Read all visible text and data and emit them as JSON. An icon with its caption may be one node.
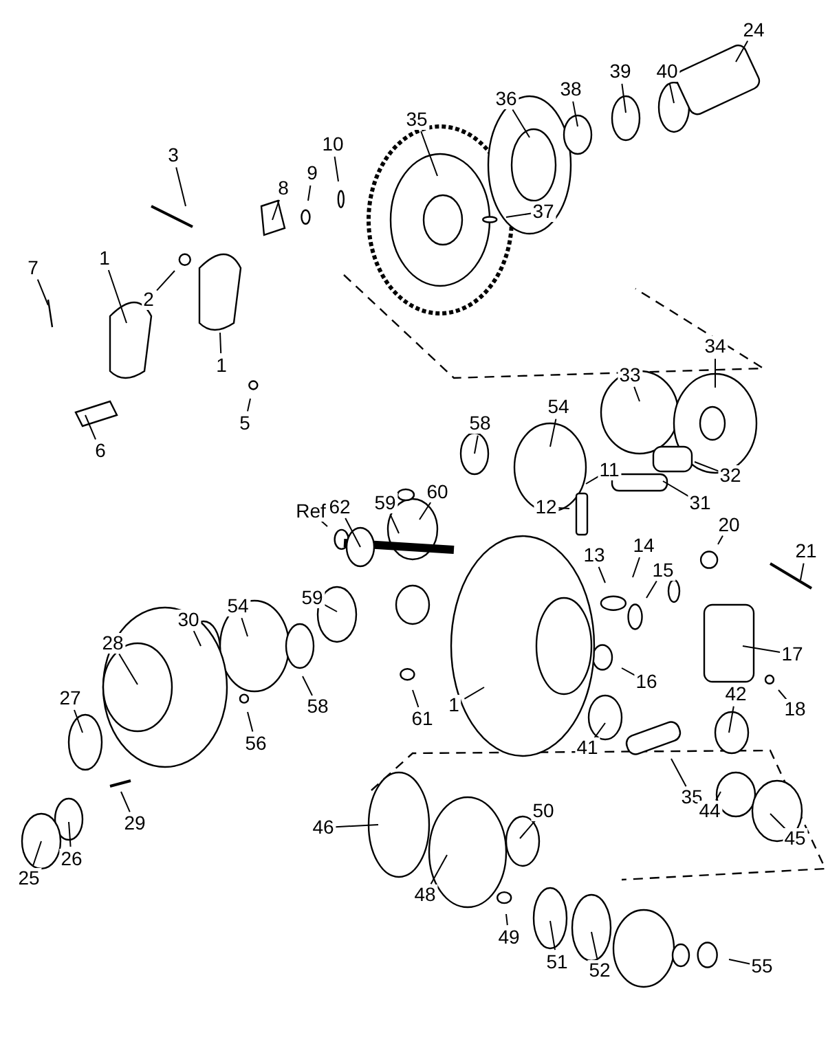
{
  "diagram": {
    "nodes": [
      {
        "text": [
          "24"
        ]
      },
      {
        "text": [
          "38"
        ]
      },
      {
        "text": [
          "40"
        ]
      },
      {
        "text": [
          "39"
        ]
      },
      {
        "text": [
          "35"
        ]
      },
      {
        "text": [
          "36"
        ]
      },
      {
        "text": [
          "3"
        ]
      },
      {
        "text": [
          "10"
        ]
      },
      {
        "text": [
          "8"
        ]
      },
      {
        "text": [
          "9"
        ]
      },
      {
        "text": [
          "37"
        ]
      },
      {
        "text": [
          "7"
        ]
      },
      {
        "text": [
          "1"
        ]
      },
      {
        "text": [
          "2"
        ]
      },
      {
        "text": [
          "1"
        ]
      },
      {
        "text": [
          "5"
        ]
      },
      {
        "text": [
          "34"
        ]
      },
      {
        "text": [
          "33"
        ]
      },
      {
        "text": [
          "6"
        ]
      },
      {
        "text": [
          "54"
        ]
      },
      {
        "text": [
          "58"
        ]
      },
      {
        "text": [
          "32"
        ]
      },
      {
        "text": [
          "31"
        ]
      },
      {
        "text": [
          "60"
        ]
      },
      {
        "text": [
          "59"
        ]
      },
      {
        "text": [
          "62"
        ]
      },
      {
        "text": [
          "11"
        ]
      },
      {
        "text": [
          "12"
        ]
      },
      {
        "text": [
          "Ref"
        ]
      },
      {
        "text": [
          "20"
        ]
      },
      {
        "text": [
          "21"
        ]
      },
      {
        "text": [
          "14"
        ]
      },
      {
        "text": [
          "13"
        ]
      },
      {
        "text": [
          "15"
        ]
      },
      {
        "text": [
          "59"
        ]
      },
      {
        "text": [
          "54"
        ]
      },
      {
        "text": [
          "30"
        ]
      },
      {
        "text": [
          "28"
        ]
      },
      {
        "text": [
          "58"
        ]
      },
      {
        "text": [
          "61"
        ]
      },
      {
        "text": [
          "1"
        ]
      },
      {
        "text": [
          "16"
        ]
      },
      {
        "text": [
          "17"
        ]
      },
      {
        "text": [
          "18"
        ]
      },
      {
        "text": [
          "27"
        ]
      },
      {
        "text": [
          "42"
        ]
      },
      {
        "text": [
          "56"
        ]
      },
      {
        "text": [
          "41"
        ]
      },
      {
        "text": [
          "35"
        ]
      },
      {
        "text": [
          "44"
        ]
      },
      {
        "text": [
          "29"
        ]
      },
      {
        "text": [
          "45"
        ]
      },
      {
        "text": [
          "46"
        ]
      },
      {
        "text": [
          "50"
        ]
      },
      {
        "text": [
          "25"
        ]
      },
      {
        "text": [
          "26"
        ]
      },
      {
        "text": [
          "48"
        ]
      },
      {
        "text": [
          "49"
        ]
      },
      {
        "text": [
          "51"
        ]
      },
      {
        "text": [
          "52"
        ]
      },
      {
        "text": [
          "55"
        ]
      }
    ],
    "edges": [
      {
        "from": 0,
        "to": null,
        "arrow": "none"
      },
      {
        "from": 1,
        "to": null,
        "arrow": "none"
      },
      {
        "from": 2,
        "to": null,
        "arrow": "none"
      },
      {
        "from": 3,
        "to": null,
        "arrow": "none"
      },
      {
        "from": 4,
        "to": null,
        "arrow": "none"
      },
      {
        "from": 5,
        "to": null,
        "arrow": "none"
      },
      {
        "from": 6,
        "to": null,
        "arrow": "none"
      },
      {
        "from": 7,
        "to": null,
        "arrow": "none"
      },
      {
        "from": 8,
        "to": null,
        "arrow": "none"
      },
      {
        "from": 9,
        "to": null,
        "arrow": "none"
      },
      {
        "from": 10,
        "to": null,
        "arrow": "none"
      },
      {
        "from": 11,
        "to": null,
        "arrow": "none"
      },
      {
        "from": 12,
        "to": null,
        "arrow": "none"
      },
      {
        "from": 13,
        "to": null,
        "arrow": "none"
      },
      {
        "from": 14,
        "to": null,
        "arrow": "none"
      },
      {
        "from": 15,
        "to": null,
        "arrow": "none"
      },
      {
        "from": 16,
        "to": null,
        "arrow": "none"
      },
      {
        "from": 17,
        "to": null,
        "arrow": "none"
      },
      {
        "from": 18,
        "to": null,
        "arrow": "none"
      },
      {
        "from": 19,
        "to": null,
        "arrow": "none"
      },
      {
        "from": 20,
        "to": null,
        "arrow": "none"
      },
      {
        "from": 21,
        "to": null,
        "arrow": "none"
      },
      {
        "from": 22,
        "to": null,
        "arrow": "none"
      },
      {
        "from": 23,
        "to": null,
        "arrow": "none"
      },
      {
        "from": 24,
        "to": null,
        "arrow": "none"
      },
      {
        "from": 25,
        "to": null,
        "arrow": "none"
      },
      {
        "from": 26,
        "to": null,
        "arrow": "none"
      },
      {
        "from": 27,
        "to": null,
        "arrow": "none"
      },
      {
        "from": 28,
        "to": null,
        "arrow": "none"
      },
      {
        "from": 29,
        "to": null,
        "arrow": "none"
      },
      {
        "from": 30,
        "to": null,
        "arrow": "none"
      },
      {
        "from": 31,
        "to": null,
        "arrow": "none"
      },
      {
        "from": 32,
        "to": null,
        "arrow": "none"
      },
      {
        "from": 33,
        "to": null,
        "arrow": "none"
      },
      {
        "from": 34,
        "to": null,
        "arrow": "none"
      },
      {
        "from": 35,
        "to": null,
        "arrow": "none"
      },
      {
        "from": 36,
        "to": null,
        "arrow": "none"
      },
      {
        "from": 37,
        "to": null,
        "arrow": "none"
      },
      {
        "from": 38,
        "to": null,
        "arrow": "none"
      },
      {
        "from": 39,
        "to": null,
        "arrow": "none"
      },
      {
        "from": 40,
        "to": null,
        "arrow": "none"
      },
      {
        "from": 41,
        "to": null,
        "arrow": "none"
      },
      {
        "from": 42,
        "to": null,
        "arrow": "none"
      },
      {
        "from": 43,
        "to": null,
        "arrow": "none"
      },
      {
        "from": 44,
        "to": null,
        "arrow": "none"
      },
      {
        "from": 45,
        "to": null,
        "arrow": "none"
      },
      {
        "from": 46,
        "to": null,
        "arrow": "none"
      },
      {
        "from": 47,
        "to": null,
        "arrow": "none"
      },
      {
        "from": 48,
        "to": null,
        "arrow": "none"
      },
      {
        "from": 49,
        "to": null,
        "arrow": "none"
      },
      {
        "from": 50,
        "to": null,
        "arrow": "none"
      },
      {
        "from": 51,
        "to": null,
        "arrow": "none"
      },
      {
        "from": 52,
        "to": null,
        "arrow": "none"
      },
      {
        "from": 53,
        "to": null,
        "arrow": "none"
      },
      {
        "from": 54,
        "to": null,
        "arrow": "none"
      },
      {
        "from": 55,
        "to": null,
        "arrow": "none"
      },
      {
        "from": 56,
        "to": null,
        "arrow": "none"
      },
      {
        "from": 57,
        "to": null,
        "arrow": "none"
      },
      {
        "from": 58,
        "to": null,
        "arrow": "none"
      },
      {
        "from": 59,
        "to": null,
        "arrow": "none"
      },
      {
        "from": 60,
        "to": null,
        "arrow": "none"
      }
    ]
  }
}
